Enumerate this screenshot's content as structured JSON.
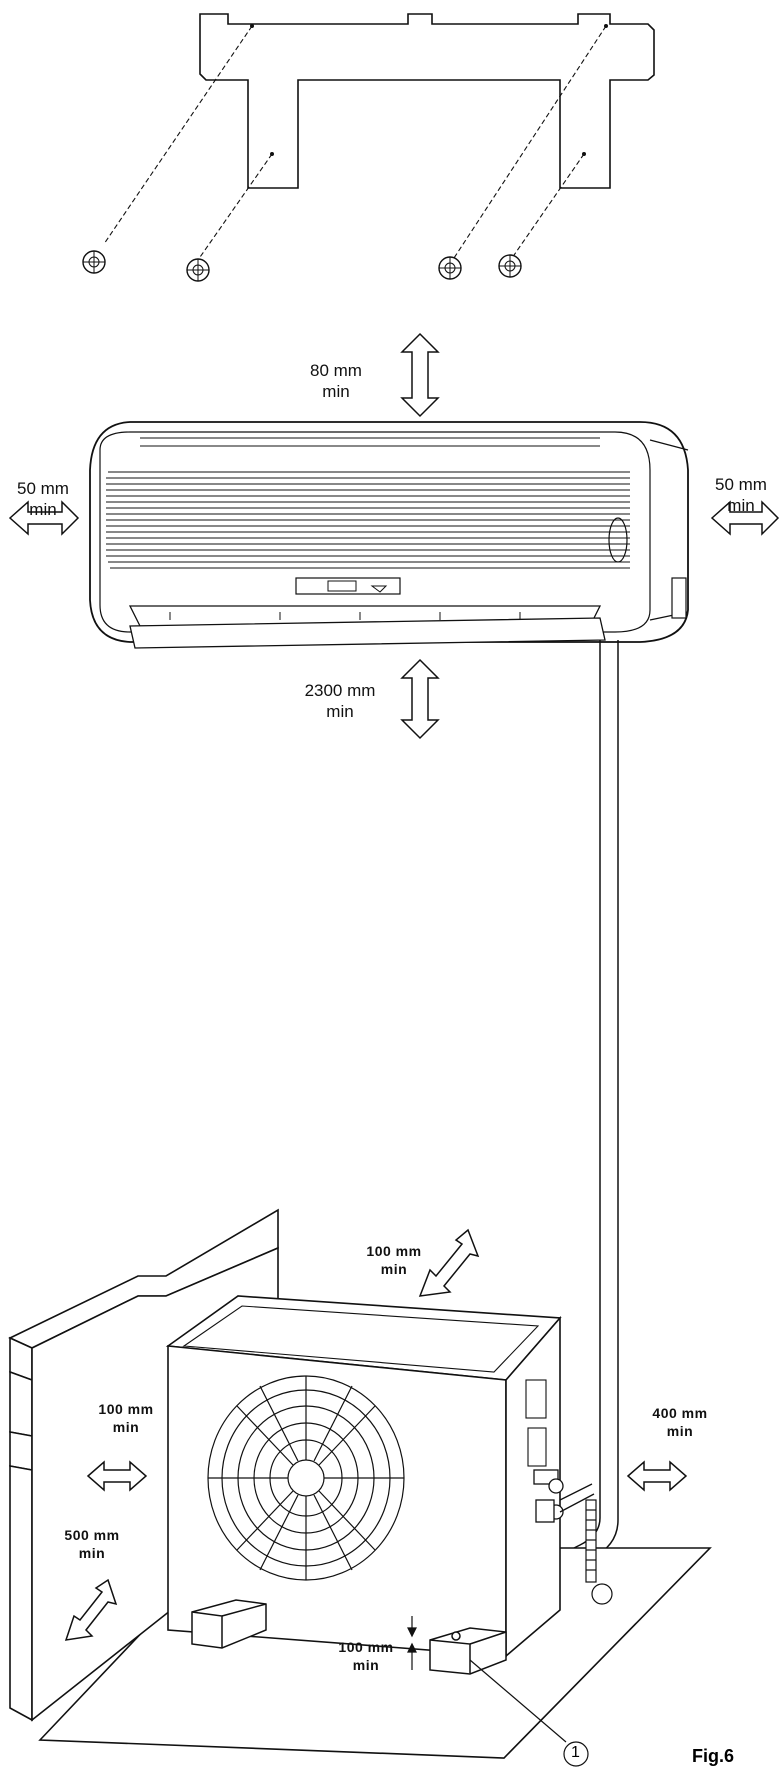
{
  "clearances": {
    "indoor_top": {
      "value": "80 mm",
      "unit": "min"
    },
    "indoor_left": {
      "value": "50 mm",
      "unit": "min"
    },
    "indoor_right": {
      "value": "50 mm",
      "unit": "min"
    },
    "indoor_bottom": {
      "value": "2300 mm",
      "unit": "min"
    },
    "outdoor_top": {
      "value": "100 mm",
      "unit": "min"
    },
    "outdoor_left": {
      "value": "100 mm",
      "unit": "min"
    },
    "outdoor_right": {
      "value": "400 mm",
      "unit": "min"
    },
    "outdoor_back": {
      "value": "500 mm",
      "unit": "min"
    },
    "outdoor_bottom": {
      "value": "100 mm",
      "unit": "min"
    }
  },
  "callout_number": "1",
  "figure_label": "Fig.6"
}
